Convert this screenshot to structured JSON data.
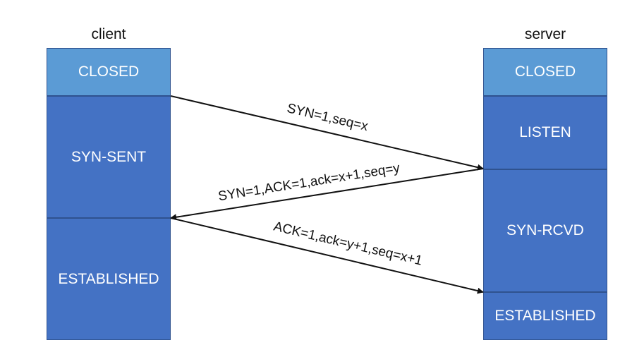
{
  "client": {
    "title": "client",
    "states": [
      {
        "label": "CLOSED",
        "color": "#5b9bd5"
      },
      {
        "label": "SYN-SENT",
        "color": "#4472c4"
      },
      {
        "label": "ESTABLISHED",
        "color": "#4472c4"
      }
    ]
  },
  "server": {
    "title": "server",
    "states": [
      {
        "label": "CLOSED",
        "color": "#5b9bd5"
      },
      {
        "label": "LISTEN",
        "color": "#4472c4"
      },
      {
        "label": "SYN-RCVD",
        "color": "#4472c4"
      },
      {
        "label": "ESTABLISHED",
        "color": "#4472c4"
      }
    ]
  },
  "messages": [
    {
      "label": "SYN=1,seq=x",
      "direction": "client-to-server"
    },
    {
      "label": "SYN=1,ACK=1,ack=x+1,seq=y",
      "direction": "server-to-client"
    },
    {
      "label": "ACK=1,ack=y+1,seq=x+1",
      "direction": "client-to-server"
    }
  ]
}
